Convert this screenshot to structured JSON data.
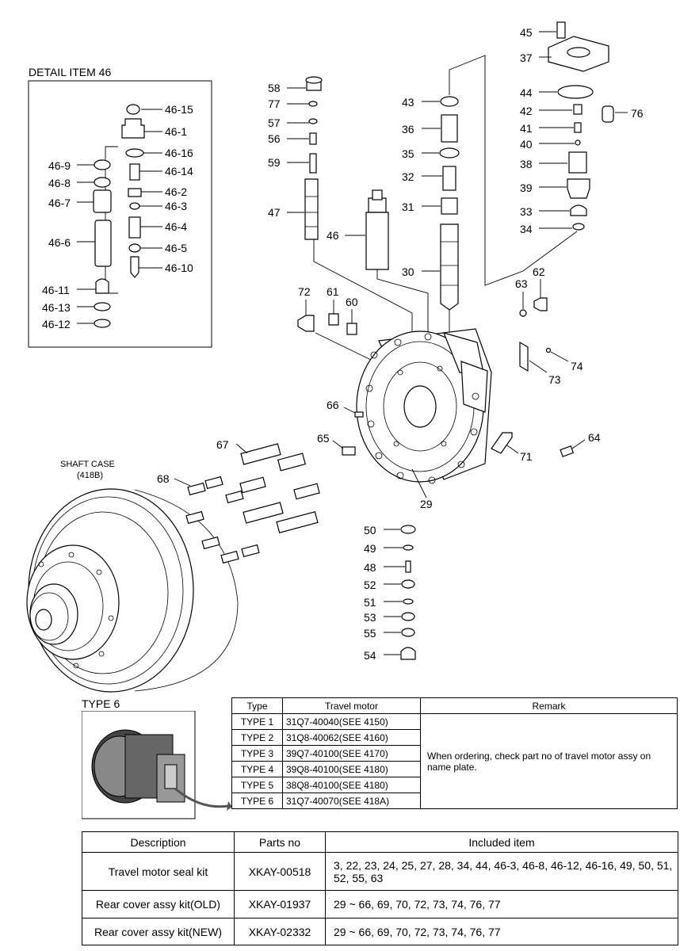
{
  "detail": {
    "title": "DETAIL ITEM 46",
    "labels_right": [
      "46-15",
      "46-1",
      "46-16",
      "46-14",
      "46-2",
      "46-3",
      "46-4",
      "46-5",
      "46-10"
    ],
    "labels_left": [
      "46-9",
      "46-8",
      "46-7",
      "46-6",
      "46-11",
      "46-13",
      "46-12"
    ]
  },
  "shaft_case": {
    "line1": "SHAFT CASE",
    "line2": "(418B)"
  },
  "type_panel": {
    "title": "TYPE 6"
  },
  "part_labels": [
    "58",
    "77",
    "57",
    "56",
    "59",
    "47",
    "46",
    "43",
    "36",
    "35",
    "32",
    "31",
    "30",
    "45",
    "37",
    "44",
    "42",
    "76",
    "41",
    "40",
    "38",
    "39",
    "33",
    "34",
    "72",
    "61",
    "60",
    "63",
    "62",
    "74",
    "73",
    "66",
    "65",
    "64",
    "71",
    "29",
    "67",
    "68",
    "50",
    "49",
    "48",
    "52",
    "51",
    "53",
    "55",
    "54"
  ],
  "type_table": {
    "headers": [
      "Type",
      "Travel motor",
      "Remark"
    ],
    "rows": [
      [
        "TYPE 1",
        "31Q7-40040(SEE 4150)"
      ],
      [
        "TYPE 2",
        "31Q8-40062(SEE 4160)"
      ],
      [
        "TYPE 3",
        "39Q7-40100(SEE 4170)"
      ],
      [
        "TYPE 4",
        "39Q8-40100(SEE 4180)"
      ],
      [
        "TYPE 5",
        "38Q8-40100(SEE 4180)"
      ],
      [
        "TYPE 6",
        "31Q7-40070(SEE 418A)"
      ]
    ],
    "remark": "When ordering, check part no of travel motor assy on name plate."
  },
  "kit_table": {
    "headers": [
      "Description",
      "Parts no",
      "Included item"
    ],
    "rows": [
      [
        "Travel motor seal kit",
        "XKAY-00518",
        "3, 22, 23, 24, 25, 27, 28, 34, 44, 46-3, 46-8, 46-12, 46-16, 49, 50, 51, 52, 55, 63"
      ],
      [
        "Rear cover assy kit(OLD)",
        "XKAY-01937",
        "29 ~ 66, 69, 70, 72, 73, 74, 76, 77"
      ],
      [
        "Rear cover assy kit(NEW)",
        "XKAY-02332",
        "29 ~ 66, 69, 70, 72, 73, 74, 76, 77"
      ]
    ]
  }
}
